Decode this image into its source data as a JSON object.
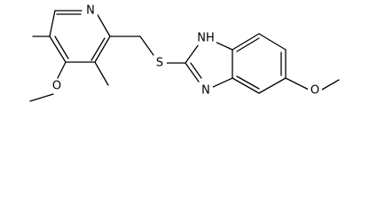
{
  "molecule": {
    "atoms": {
      "pyridine_n": "N",
      "sulfur": "S",
      "imidazole_nh": "NH",
      "imidazole_n": "N",
      "pyridine_ether_o": "O",
      "benzo_ether_o": "O"
    },
    "colors": {
      "bond": "#000000",
      "label": "#000000",
      "background": "#ffffff"
    }
  }
}
